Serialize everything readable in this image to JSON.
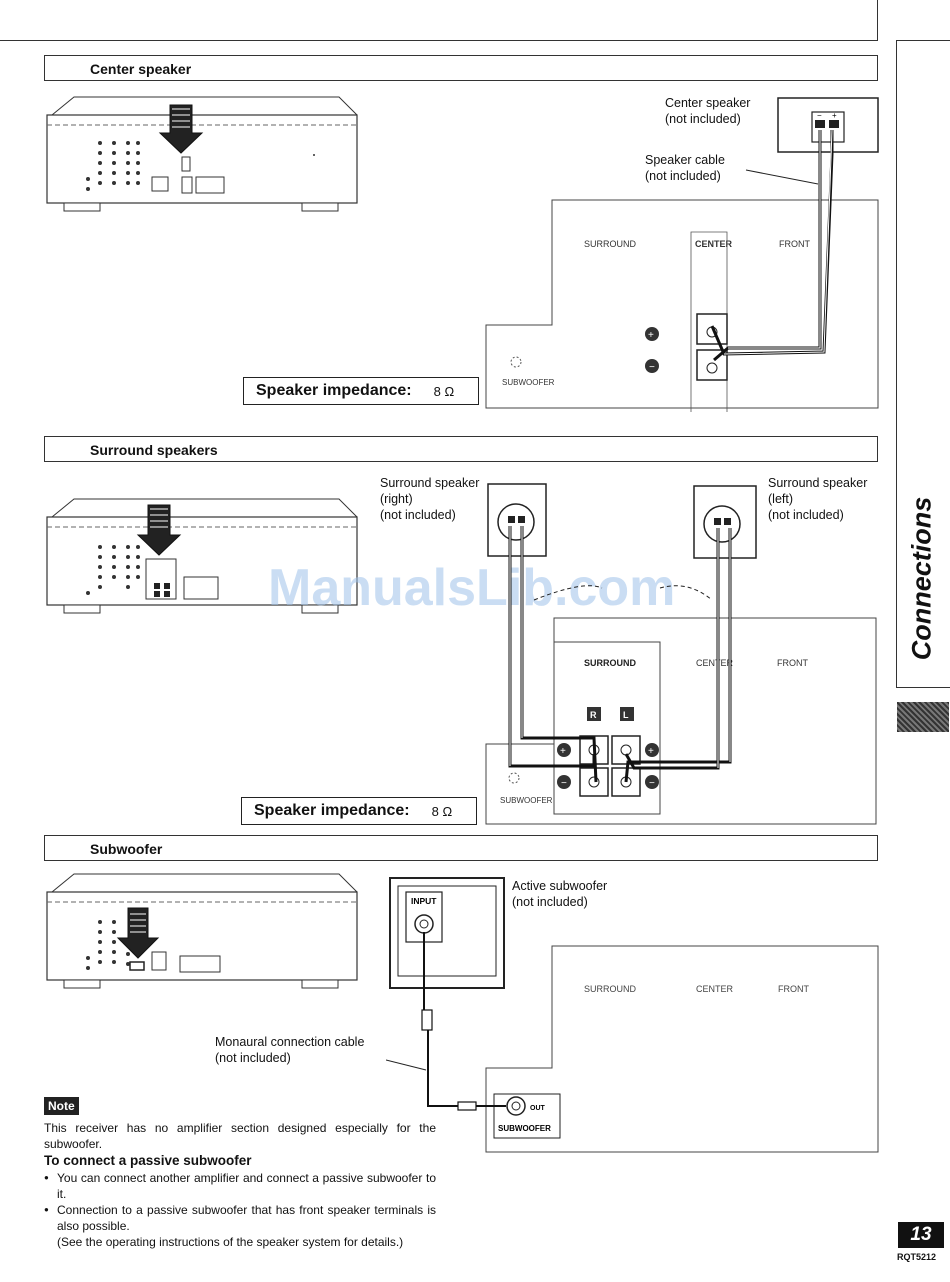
{
  "sidebar": {
    "title": "Connections"
  },
  "watermark": "ManualsLib.com",
  "sections": {
    "center": {
      "title": "Center speaker",
      "speaker_label_1": "Center speaker",
      "speaker_label_2": "(not included)",
      "cable_label_1": "Speaker cable",
      "cable_label_2": "(not included)",
      "impedance_label": "Speaker impedance:",
      "impedance_value": "8 Ω"
    },
    "surround": {
      "title": "Surround speakers",
      "right_label_1": "Surround speaker",
      "right_label_2": "(right)",
      "right_label_3": "(not included)",
      "left_label_1": "Surround speaker",
      "left_label_2": "(left)",
      "left_label_3": "(not included)",
      "impedance_label": "Speaker impedance:",
      "impedance_value": "8 Ω"
    },
    "subwoofer": {
      "title": "Subwoofer",
      "active_label_1": "Active subwoofer",
      "active_label_2": "(not included)",
      "cable_label_1": "Monaural connection cable",
      "cable_label_2": "(not included)"
    }
  },
  "panel_labels": {
    "surround": "SURROUND",
    "center": "CENTER",
    "front": "FRONT",
    "subwoofer": "SUBWOOFER",
    "input": "INPUT",
    "out": "OUT",
    "r": "R",
    "l": "L"
  },
  "note": {
    "badge": "Note",
    "text": "This receiver has no amplifier section designed especially for the subwoofer.",
    "passive_title": "To connect a passive subwoofer",
    "bullets": [
      "You can connect another amplifier and connect a passive subwoofer to it.",
      "Connection to a passive subwoofer that has front speaker terminals is also possible.\n(See the operating instructions of the speaker system for details.)"
    ]
  },
  "footer": {
    "page_number": "13",
    "doc_code": "RQT5212"
  }
}
